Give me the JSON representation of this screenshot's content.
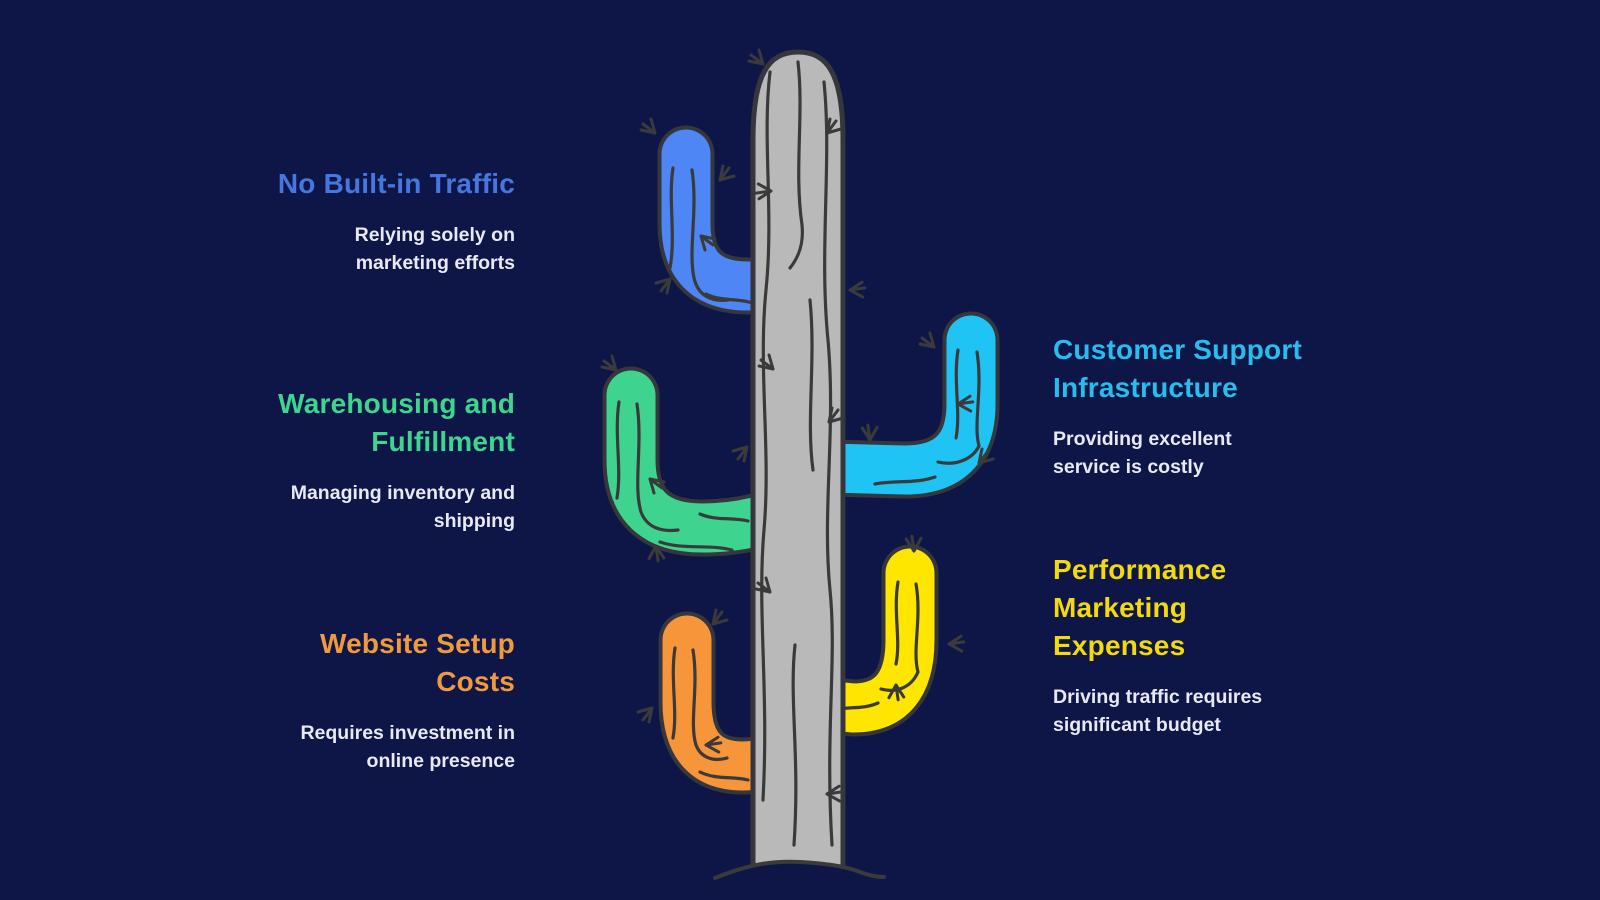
{
  "background": "#0e1647",
  "text_color": "#e8e9f2",
  "items": [
    {
      "title": "No Built-in Traffic",
      "title_lines": [
        "No Built-in Traffic"
      ],
      "desc": "Relying solely on marketing efforts",
      "desc_lines": [
        "Relying solely on",
        "marketing efforts"
      ],
      "color": "#4677e0",
      "arm_color": "#4e86f5",
      "side": "left"
    },
    {
      "title": "Warehousing and Fulfillment",
      "title_lines": [
        "Warehousing and",
        "Fulfillment"
      ],
      "desc": "Managing inventory and shipping",
      "desc_lines": [
        "Managing inventory and",
        "shipping"
      ],
      "color": "#3dd68c",
      "arm_color": "#3ed48f",
      "side": "left"
    },
    {
      "title": "Website Setup Costs",
      "title_lines": [
        "Website Setup",
        "Costs"
      ],
      "desc": "Requires investment in online presence",
      "desc_lines": [
        "Requires investment in",
        "online presence"
      ],
      "color": "#f09a3e",
      "arm_color": "#f6953a",
      "side": "left"
    },
    {
      "title": "Customer Support Infrastructure",
      "title_lines": [
        "Customer Support",
        "Infrastructure"
      ],
      "desc": "Providing excellent service is costly",
      "desc_lines": [
        "Providing excellent",
        "service is costly"
      ],
      "color": "#29bdee",
      "arm_color": "#20c4f4",
      "side": "right"
    },
    {
      "title": "Performance Marketing Expenses",
      "title_lines": [
        "Performance",
        "Marketing",
        "Expenses"
      ],
      "desc": "Driving traffic requires significant budget",
      "desc_lines": [
        "Driving traffic requires",
        "significant budget"
      ],
      "color": "#f2da0c",
      "arm_color": "#fee600",
      "side": "right"
    }
  ],
  "cactus": {
    "trunk_color": "#b9b9b9",
    "outline_color": "#35373c",
    "detail_color": "#3a3a3a",
    "ground_color": "#3a3a3a"
  }
}
